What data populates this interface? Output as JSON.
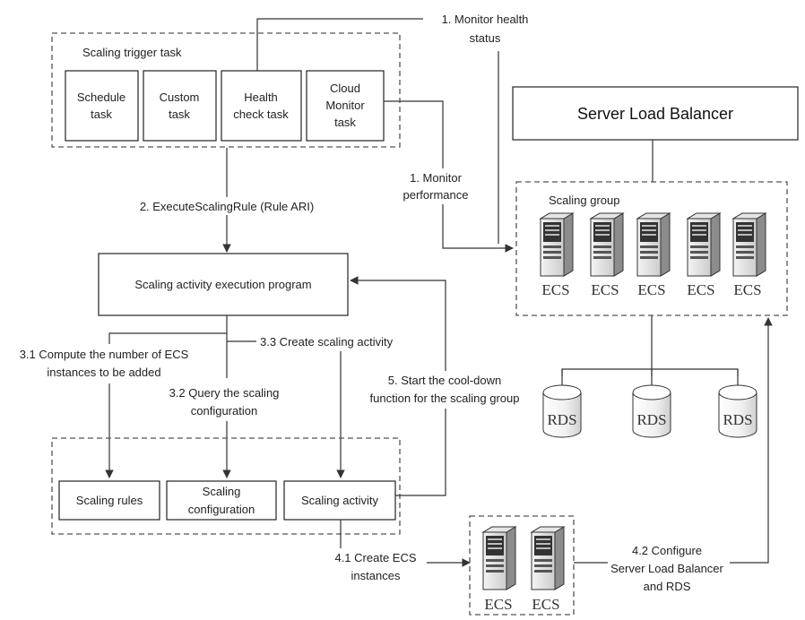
{
  "trigger_group": {
    "title": "Scaling trigger task",
    "tasks": [
      {
        "line1": "Schedule",
        "line2": "task",
        "line3": ""
      },
      {
        "line1": "Custom",
        "line2": "task",
        "line3": ""
      },
      {
        "line1": "Health",
        "line2": "check task",
        "line3": ""
      },
      {
        "line1": "Cloud",
        "line2": "Monitor",
        "line3": "task"
      }
    ]
  },
  "labels": {
    "monitor_health_1": "1. Monitor health",
    "monitor_health_2": "status",
    "monitor_perf_1": "1. Monitor",
    "monitor_perf_2": "performance",
    "execute_rule": "2. ExecuteScalingRule (Rule ARI)",
    "compute_1": "3.1 Compute the number of ECS",
    "compute_2": "instances to be added",
    "create_activity": "3.3 Create scaling activity",
    "query_1": "3.2 Query the scaling",
    "query_2": "configuration",
    "cooldown_1": "5. Start the cool-down",
    "cooldown_2": "function for the scaling group",
    "create_ecs_1": "4.1 Create ECS",
    "create_ecs_2": "instances",
    "configure_1": "4.2 Configure",
    "configure_2": "Server Load Balancer",
    "configure_3": "and RDS"
  },
  "execution_program": "Scaling activity execution program",
  "slb": "Server Load Balancer",
  "scaling_group": {
    "title": "Scaling group",
    "servers": [
      "ECS",
      "ECS",
      "ECS",
      "ECS",
      "ECS"
    ]
  },
  "rds": [
    "RDS",
    "RDS",
    "RDS"
  ],
  "bottom_group": {
    "rules": "Scaling rules",
    "config_1": "Scaling",
    "config_2": "configuration",
    "activity": "Scaling activity"
  },
  "new_ecs": [
    "ECS",
    "ECS"
  ]
}
